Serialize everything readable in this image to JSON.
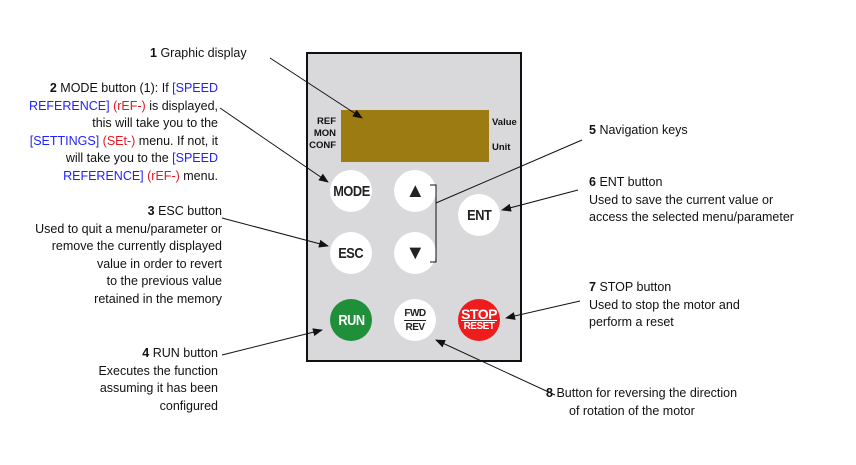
{
  "colors": {
    "blue": "#1f1fff",
    "red": "#e8141e",
    "display": "#9c7b12",
    "run": "#1f8f3a",
    "stop": "#ee1c1c"
  },
  "callouts": {
    "c1": {
      "num": "1",
      "text": "Graphic display"
    },
    "c2": {
      "num": "2",
      "l1a": "MODE button (1): If ",
      "l1b": "[SPEED",
      "l2a": "REFERENCE]",
      "l2b": " (rEF-)",
      "l2c": " is displayed,",
      "l3": "this will take you to the",
      "l4a": "[SETTINGS]",
      "l4b": " (SEt-)",
      "l4c": " menu. If not, it",
      "l5a": "will take you to the ",
      "l5b": "[SPEED",
      "l6a": "REFERENCE]",
      "l6b": " (rEF-)",
      "l6c": " menu."
    },
    "c3": {
      "num": "3",
      "title": "ESC button",
      "lines": [
        "Used to quit a menu/parameter or",
        "remove the currently displayed",
        "value in order to revert",
        "to the previous value",
        "retained in the memory"
      ]
    },
    "c4": {
      "num": "4",
      "title": "RUN button",
      "lines": [
        "Executes the function",
        "assuming it has been",
        "configured"
      ]
    },
    "c5": {
      "num": "5",
      "title": "Navigation keys"
    },
    "c6": {
      "num": "6",
      "title": "ENT button",
      "lines": [
        "Used to save the current value or",
        "access the selected menu/parameter"
      ]
    },
    "c7": {
      "num": "7",
      "title": "STOP button",
      "lines": [
        "Used to stop the motor and",
        "perform a reset"
      ]
    },
    "c8": {
      "num": "8",
      "title": "Button for reversing the direction",
      "line2": "of rotation of the motor"
    }
  },
  "display": {
    "left": [
      "REF",
      "MON",
      "CONF"
    ],
    "value": "Value",
    "unit": "Unit"
  },
  "buttons": {
    "mode": "MODE",
    "esc": "ESC",
    "ent": "ENT",
    "run": "RUN",
    "fwd": "FWD",
    "rev": "REV",
    "stop": "STOP",
    "reset": "RESET",
    "up": "▲",
    "down": "▼"
  }
}
